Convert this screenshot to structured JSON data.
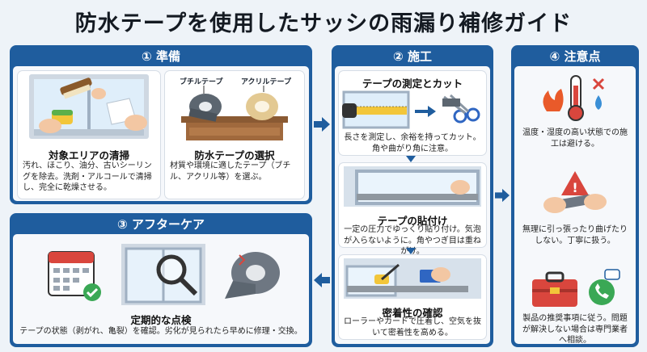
{
  "title": "防水テープを使用したサッシの雨漏り補修ガイド",
  "sections": {
    "prep": {
      "heading": "① 準備",
      "clean": {
        "title": "対象エリアの清掃",
        "desc": "汚れ、ほこり、油分、古いシーリングを除去。洗剤・アルコールで清掃し、完全に乾燥させる。"
      },
      "select": {
        "tape_label_1": "ブチルテープ",
        "tape_label_2": "アクリルテープ",
        "title": "防水テープの選択",
        "desc": "材質や環境に適したテープ（ブチル、アクリル等）を選ぶ。"
      }
    },
    "work": {
      "heading": "② 施工",
      "measure": {
        "title": "テープの測定とカット",
        "desc": "長さを測定し、余裕を持ってカット。角や曲がり角に注意。"
      },
      "apply": {
        "title": "テープの貼付け",
        "desc": "一定の圧力でゆっくり貼り付け。気泡が入らないように。角やつぎ目は重ねがけ。"
      },
      "press": {
        "title": "密着性の確認",
        "desc": "ローラーやカードで圧着し、空気を抜いて密着性を高める。"
      }
    },
    "after": {
      "heading": "③ アフターケア",
      "inspect": {
        "title": "定期的な点検",
        "desc": "テープの状態（剥がれ、亀裂）を確認。劣化が見られたら早めに修理・交換。"
      }
    },
    "caution": {
      "heading": "④ 注意点",
      "temp": {
        "desc": "温度・湿度の高い状態での施工は避ける。"
      },
      "handle": {
        "desc": "無理に引っ張ったり曲げたりしない。丁寧に扱う。"
      },
      "expert": {
        "desc": "製品の推奨事項に従う。問題が解決しない場合は専門業者へ相談。"
      }
    }
  },
  "colors": {
    "panel": "#1f5d9e",
    "arrow": "#1f5d9e",
    "accent": "#e07a2a"
  }
}
